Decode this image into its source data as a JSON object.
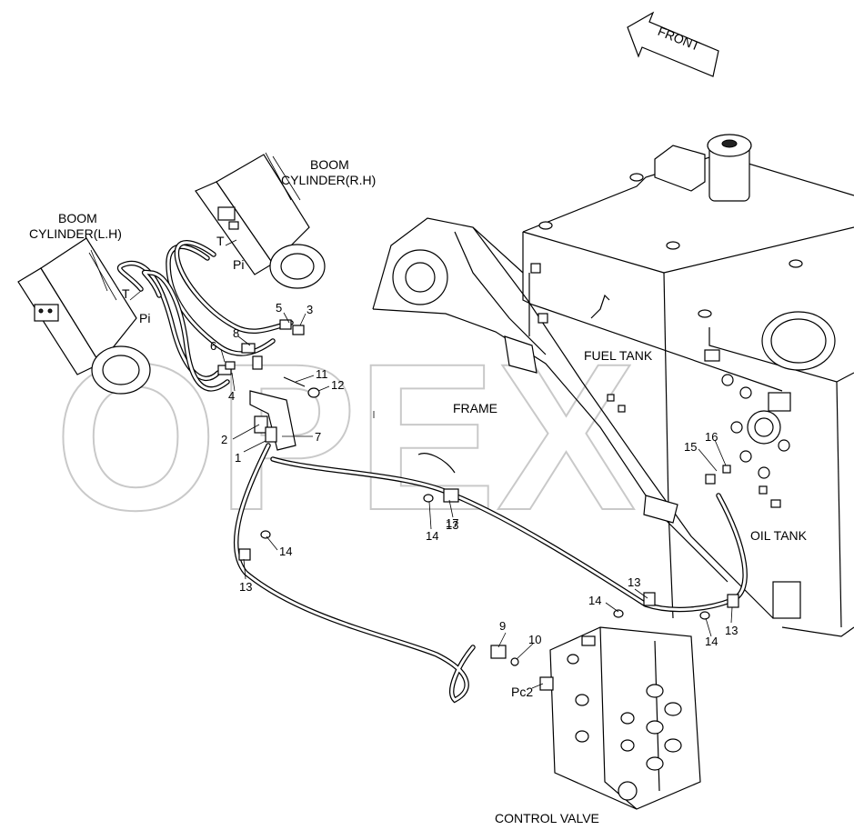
{
  "watermark": "OPEX",
  "arrow_label": "FRONT",
  "labels": {
    "boom_rh_1": "BOOM",
    "boom_rh_2": "CYLINDER(R.H)",
    "boom_lh_1": "BOOM",
    "boom_lh_2": "CYLINDER(L.H)",
    "port_t_rh": "T",
    "port_pi_rh": "Pi",
    "port_t_lh": "T",
    "port_pi_lh": "Pi",
    "fuel_tank": "FUEL TANK",
    "frame": "FRAME",
    "oil_tank": "OIL TANK",
    "control_valve": "CONTROL VALVE",
    "pc2": "Pc2"
  },
  "callouts": [
    "1",
    "2",
    "3",
    "4",
    "5",
    "6",
    "7",
    "8",
    "9",
    "10",
    "11",
    "12",
    "13",
    "13",
    "13",
    "13",
    "14",
    "14",
    "14",
    "14",
    "15",
    "16",
    "17"
  ],
  "colors": {
    "line": "#000000",
    "watermark": "#c9c9c9",
    "background": "#ffffff"
  }
}
